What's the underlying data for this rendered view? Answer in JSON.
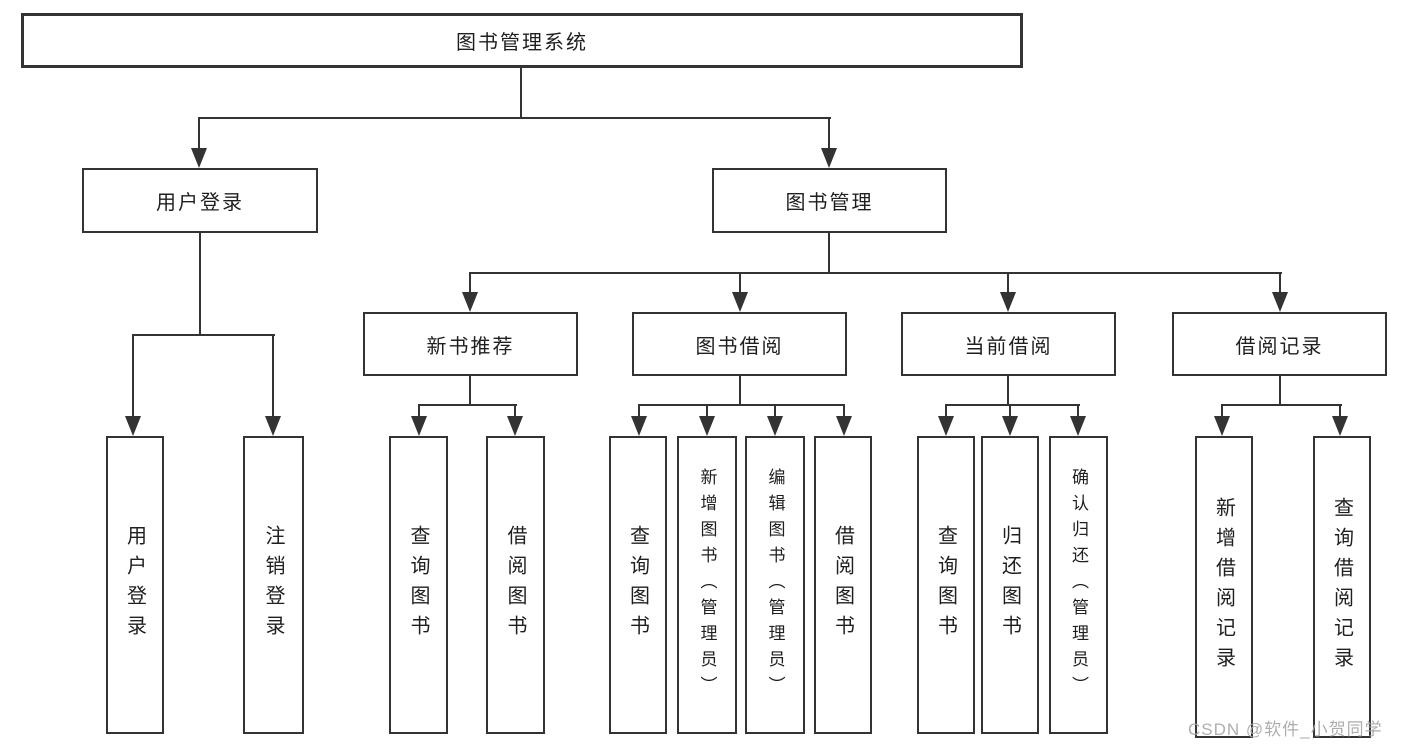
{
  "colors": {
    "line": "#333333",
    "text": "#1f1f1f",
    "box_background": "#ffffff",
    "page_background": "#ffffff",
    "watermark": "#a6a6a6"
  },
  "tree": {
    "root": {
      "label": "图书管理系统"
    },
    "branches": [
      {
        "label": "用户登录",
        "leaves": [
          {
            "label": "用户登录"
          },
          {
            "label": "注销登录"
          }
        ]
      },
      {
        "label": "图书管理",
        "sections": [
          {
            "label": "新书推荐",
            "leaves": [
              {
                "label": "查询图书"
              },
              {
                "label": "借阅图书"
              }
            ]
          },
          {
            "label": "图书借阅",
            "leaves": [
              {
                "label": "查询图书"
              },
              {
                "label": "新增图书（管理员）"
              },
              {
                "label": "编辑图书（管理员）"
              },
              {
                "label": "借阅图书"
              }
            ]
          },
          {
            "label": "当前借阅",
            "leaves": [
              {
                "label": "查询图书"
              },
              {
                "label": "归还图书"
              },
              {
                "label": "确认归还（管理员）"
              }
            ]
          },
          {
            "label": "借阅记录",
            "leaves": [
              {
                "label": "新增借阅记录"
              },
              {
                "label": "查询借阅记录"
              }
            ]
          }
        ]
      }
    ]
  },
  "watermark": {
    "text": "CSDN @软件_小贺同学"
  }
}
